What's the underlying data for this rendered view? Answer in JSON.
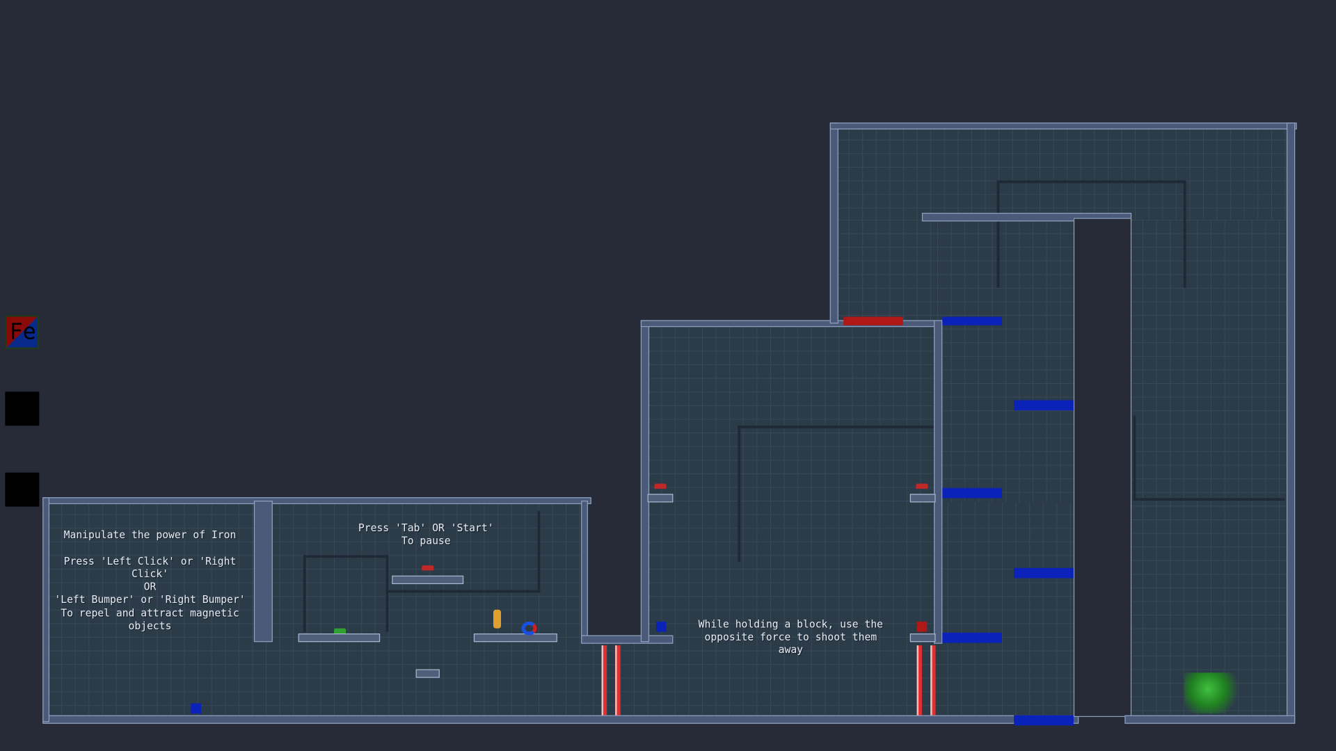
{
  "hud": {
    "element_icon": "Fe",
    "slot_1": "empty",
    "slot_2": "empty"
  },
  "tutorial": {
    "line1": "Manipulate the power of Iron",
    "line2": "Press 'Left Click' or 'Right Click'\nOR\n'Left Bumper' or 'Right Bumper'",
    "line3": "To repel and attract magnetic\nobjects",
    "pause": "Press 'Tab' OR 'Start'\nTo pause",
    "shoot": "While holding a block, use the\nopposite force to shoot them\naway"
  },
  "colors": {
    "background": "#272a37",
    "positive": "#b01818",
    "negative": "#0a22b8",
    "wall": "#4b5a78"
  }
}
